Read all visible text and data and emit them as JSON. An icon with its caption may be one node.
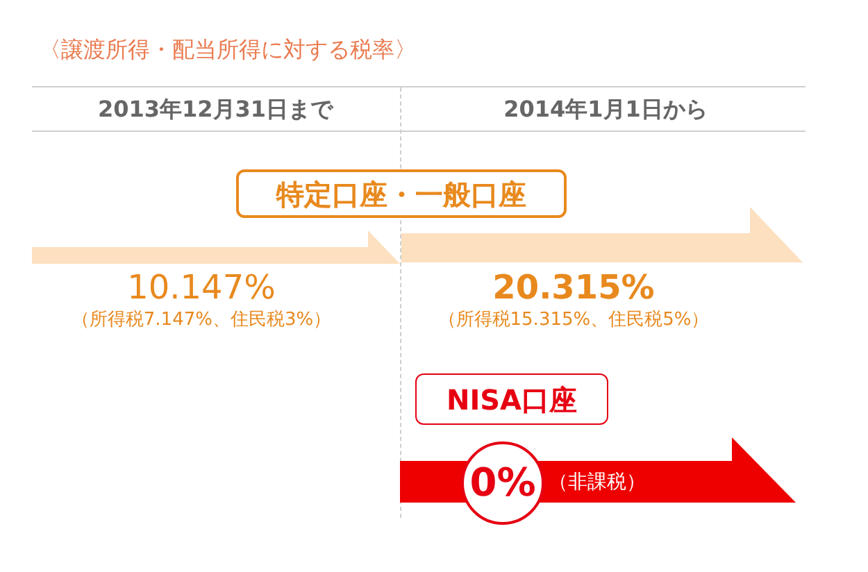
{
  "diagram": {
    "title": "〈譲渡所得・配当所得に対する税率〉",
    "nodes": [
      {
        "text": [
          "特定口座・一般口座"
        ]
      },
      {
        "text": [
          "NISA口座"
        ]
      },
      {
        "text": [
          "0%"
        ],
        "beside": [
          "（非課税）"
        ]
      }
    ],
    "labels": [
      "2013年12月31日まで",
      "2014年1月1日から",
      "10.147%",
      "（所得税7.147%、住民税3%）",
      "20.315%",
      "（所得税15.315%、住民税5%）"
    ]
  }
}
